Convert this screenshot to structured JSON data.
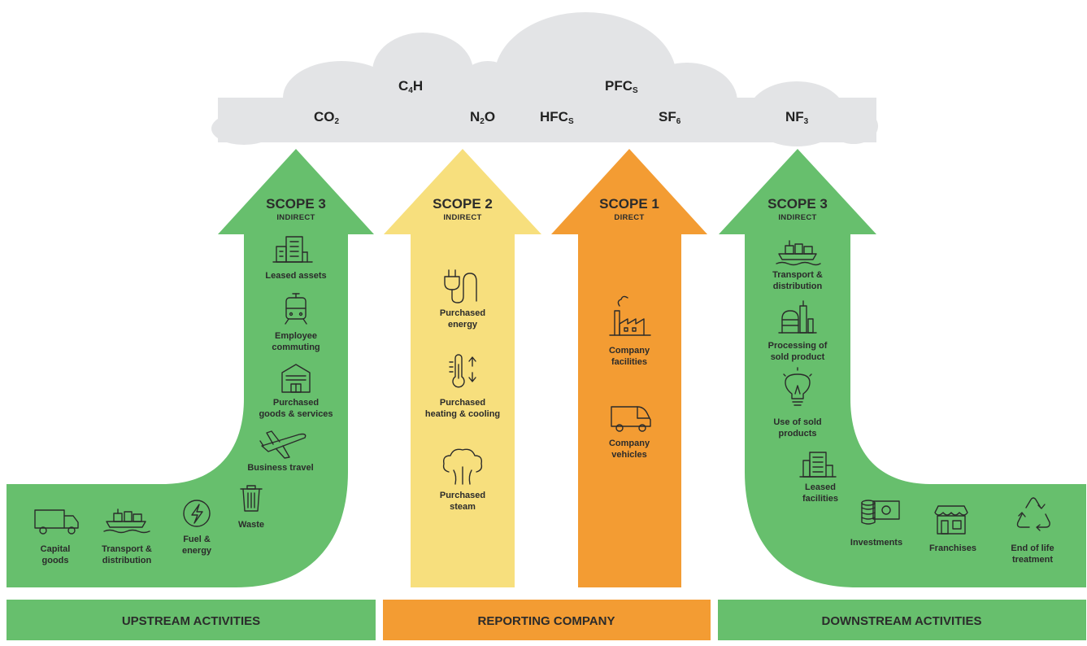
{
  "colors": {
    "green": "#67bf6d",
    "yellow": "#f7df7d",
    "orange": "#f39c33",
    "cloud": "#e3e4e6",
    "text": "#2b2b2b"
  },
  "gases": [
    {
      "base": "CO",
      "sub": "2"
    },
    {
      "base": "C",
      "sub": "4",
      "tail": "H"
    },
    {
      "base": "N",
      "sub": "2",
      "tail": "O"
    },
    {
      "base": "HFC",
      "sub": "S"
    },
    {
      "base": "PFC",
      "sub": "S"
    },
    {
      "base": "SF",
      "sub": "6"
    },
    {
      "base": "NF",
      "sub": "3"
    }
  ],
  "scopes": {
    "upstream": {
      "title": "SCOPE 3",
      "kind": "INDIRECT"
    },
    "scope2": {
      "title": "SCOPE 2",
      "kind": "INDIRECT"
    },
    "scope1": {
      "title": "SCOPE 1",
      "kind": "DIRECT"
    },
    "downstream": {
      "title": "SCOPE 3",
      "kind": "INDIRECT"
    }
  },
  "upstream_items": [
    {
      "lines": [
        "Leased assets"
      ],
      "icon": "building-icon"
    },
    {
      "lines": [
        "Employee",
        "commuting"
      ],
      "icon": "train-icon"
    },
    {
      "lines": [
        "Purchased",
        "goods & services"
      ],
      "icon": "warehouse-icon"
    },
    {
      "lines": [
        "Business travel"
      ],
      "icon": "airplane-icon"
    },
    {
      "lines": [
        "Waste"
      ],
      "icon": "trash-bin-icon"
    },
    {
      "lines": [
        "Fuel &",
        "energy"
      ],
      "icon": "lightning-icon"
    },
    {
      "lines": [
        "Transport &",
        "distribution"
      ],
      "icon": "cargo-ship-icon"
    },
    {
      "lines": [
        "Capital",
        "goods"
      ],
      "icon": "truck-icon"
    }
  ],
  "scope2_items": [
    {
      "lines": [
        "Purchased",
        "energy"
      ],
      "icon": "plug-icon"
    },
    {
      "lines": [
        "Purchased",
        "heating & cooling"
      ],
      "icon": "thermometer-icon"
    },
    {
      "lines": [
        "Purchased",
        "steam"
      ],
      "icon": "steam-icon"
    }
  ],
  "scope1_items": [
    {
      "lines": [
        "Company",
        "facilities"
      ],
      "icon": "factory-icon"
    },
    {
      "lines": [
        "Company",
        "vehicles"
      ],
      "icon": "van-icon"
    }
  ],
  "downstream_items": [
    {
      "lines": [
        "Transport &",
        "distribution"
      ],
      "icon": "cargo-ship-icon"
    },
    {
      "lines": [
        "Processing of",
        "sold product"
      ],
      "icon": "processing-plant-icon"
    },
    {
      "lines": [
        "Use of sold",
        "products"
      ],
      "icon": "lightbulb-icon"
    },
    {
      "lines": [
        "Leased",
        "facilities"
      ],
      "icon": "office-building-icon"
    },
    {
      "lines": [
        "Investments"
      ],
      "icon": "coins-icon"
    },
    {
      "lines": [
        "Franchises"
      ],
      "icon": "storefront-icon"
    },
    {
      "lines": [
        "End of life",
        "treatment"
      ],
      "icon": "recycle-icon"
    }
  ],
  "bands": {
    "upstream": "UPSTREAM ACTIVITIES",
    "reporting": "REPORTING COMPANY",
    "downstream": "DOWNSTREAM ACTIVITIES"
  }
}
